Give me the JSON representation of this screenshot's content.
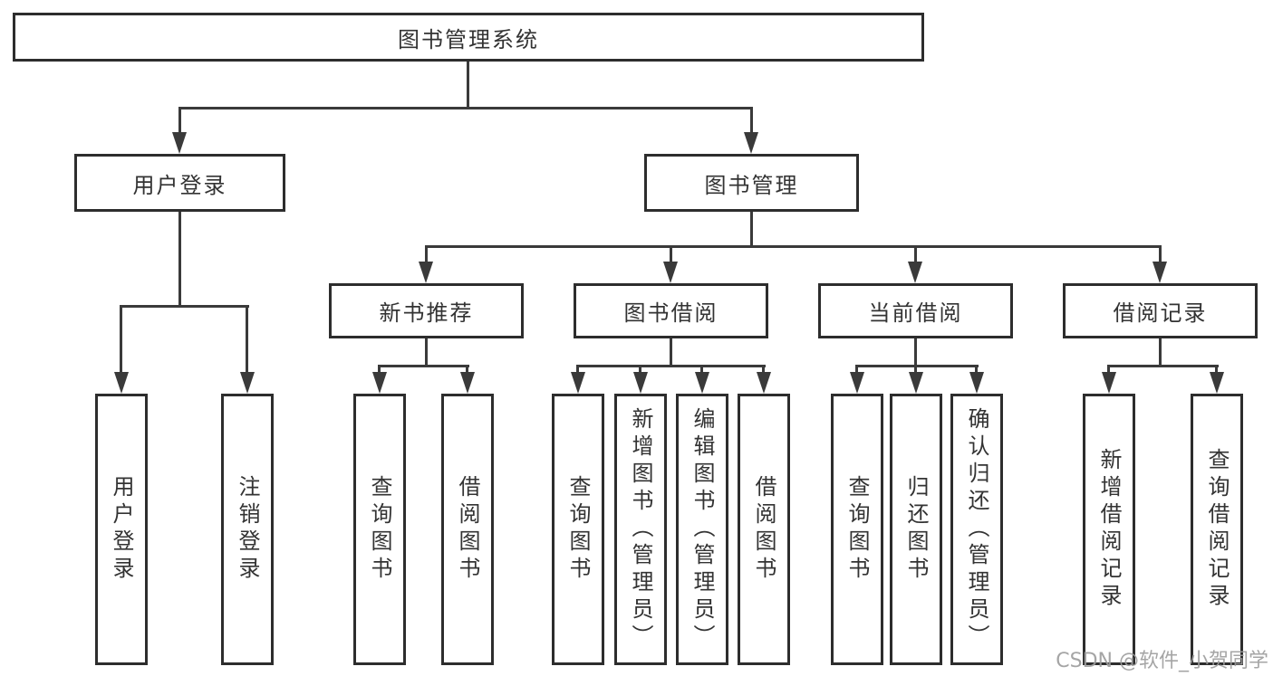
{
  "root_label": "图书管理系统",
  "level2": {
    "user_login": "用户登录",
    "book_management": "图书管理"
  },
  "level3": {
    "new_book_recommend": "新书推荐",
    "book_borrow": "图书借阅",
    "current_borrow": "当前借阅",
    "borrow_records": "借阅记录"
  },
  "leaves": {
    "user_login": [
      "用户登录",
      "注销登录"
    ],
    "new_book_recommend": [
      "查询图书",
      "借阅图书"
    ],
    "book_borrow": [
      "查询图书",
      "新增图书（管理员）",
      "编辑图书（管理员）",
      "借阅图书"
    ],
    "current_borrow": [
      "查询图书",
      "归还图书",
      "确认归还（管理员）"
    ],
    "borrow_records": [
      "新增借阅记录",
      "查询借阅记录"
    ]
  },
  "watermark": "CSDN @软件_小贺同学",
  "colors": {
    "line": "#3a3a3a",
    "border": "#2d2d2d",
    "text": "#333333",
    "background": "#ffffff",
    "watermark": "#9c9c9c"
  }
}
